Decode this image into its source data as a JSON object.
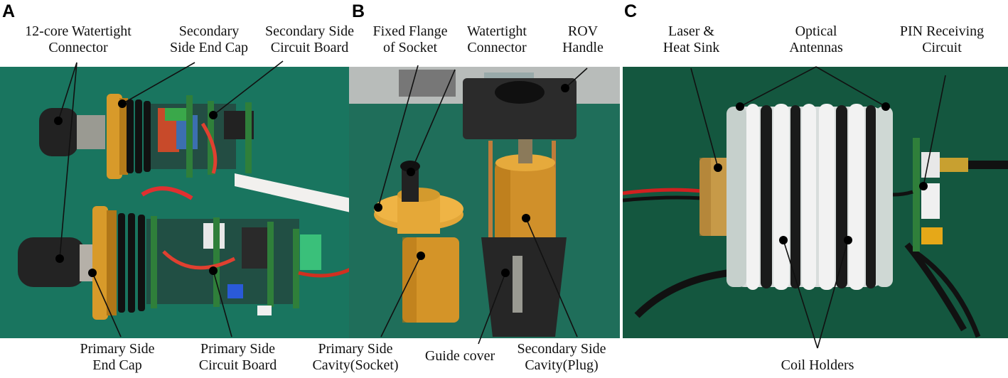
{
  "panels": {
    "a": {
      "letter": "A",
      "top_labels": [
        {
          "line1": "12-core Watertight",
          "line2": "Connector"
        },
        {
          "line1": "Secondary",
          "line2": "Side End Cap"
        },
        {
          "line1": "Secondary Side",
          "line2": "Circuit Board"
        }
      ],
      "bottom_labels": [
        {
          "line1": "Primary Side",
          "line2": "End Cap"
        },
        {
          "line1": "Primary Side",
          "line2": "Circuit Board"
        }
      ]
    },
    "b": {
      "letter": "B",
      "top_labels": [
        {
          "line1": "Fixed Flange",
          "line2": "of Socket"
        },
        {
          "line1": "Watertight",
          "line2": "Connector"
        },
        {
          "line1": "ROV",
          "line2": "Handle"
        }
      ],
      "bottom_labels": [
        {
          "line1": "Primary Side",
          "line2": "Cavity(Socket)"
        },
        {
          "line1": "Guide cover",
          "line2": ""
        },
        {
          "line1": "Secondary Side",
          "line2": "Cavity(Plug)"
        }
      ]
    },
    "c": {
      "letter": "C",
      "top_labels": [
        {
          "line1": "Laser &",
          "line2": "Heat Sink"
        },
        {
          "line1": "Optical",
          "line2": "Antennas"
        },
        {
          "line1": "PIN Receiving",
          "line2": "Circuit"
        }
      ],
      "bottom_labels": [
        {
          "line1": "Coil Holders",
          "line2": ""
        }
      ]
    }
  },
  "colors": {
    "background_a": "#1a7a63",
    "background_b": "#1f6e5a",
    "background_c": "#135842",
    "gold": "#d89a2a",
    "black_part": "#1e1e1e",
    "white_ring": "#eeeeee"
  }
}
